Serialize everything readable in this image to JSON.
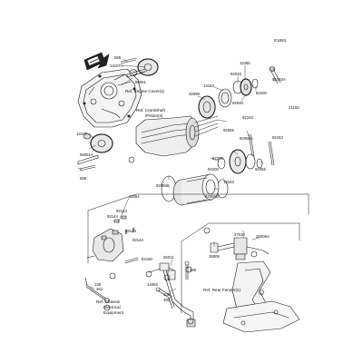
{
  "diagram_code": "E1863",
  "labels": {
    "p92190": "92190",
    "p13107a": "13107A",
    "p59051": "59051",
    "p13107": "13107",
    "p59051a": "59051A",
    "p555a": "555",
    "p555b": "555",
    "p32099": "32099",
    "p13184": "13184",
    "p92033": "92033",
    "p11065": "11065",
    "p92200a": "92200",
    "p92153a": "92153A",
    "p92046": "92046",
    "p21163": "21163",
    "p92153b": "92153",
    "p92065": "92065",
    "p92055a": "92055A",
    "p92153c": "92153",
    "p92200b": "92200",
    "p92055b": "92055",
    "p13183": "13183",
    "p92200c": "92200",
    "p92055c": "92055B",
    "p92055d": "92055B",
    "p11054": "11054",
    "p92144a": "92144",
    "p92144b": "92144",
    "p92144c": "92144",
    "p92144d": "92144",
    "p92150": "92150",
    "p27010": "27010",
    "p26006a": "26006A",
    "p26006": "26006",
    "p26011": "26011",
    "p130a": "130",
    "p461a": "461",
    "p14092": "14092",
    "p180": "180",
    "p130b": "130",
    "p461b": "461"
  },
  "refs": {
    "engine_cover": "Ref. Engine Cover(s)",
    "crankshaft_1": "Ref. Crankshaft",
    "crankshaft_2": "/Piston(s)",
    "rear_fender": "Ref. Rear Fender(s)",
    "chassis_1": "Ref. Chassis",
    "chassis_2": "Electrical",
    "chassis_3": "Equipment"
  }
}
